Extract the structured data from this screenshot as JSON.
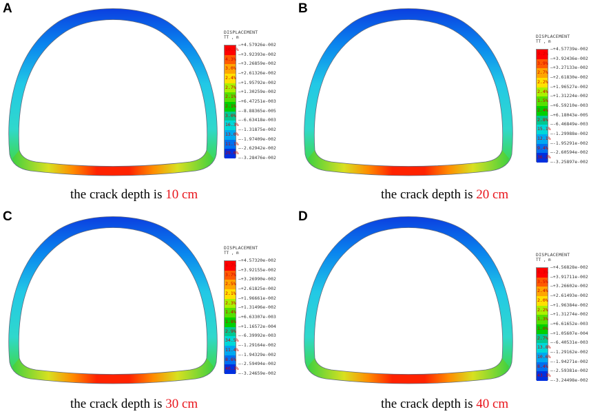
{
  "legend_title": "DISPLACEMENT",
  "legend_units": "TT , m",
  "colors": [
    "#ff0000",
    "#ff5a00",
    "#ffa500",
    "#ffe000",
    "#aaf000",
    "#55e000",
    "#00d000",
    "#00c890",
    "#00d8d8",
    "#00a8f0",
    "#0070f0",
    "#0030e0",
    "#0000c8"
  ],
  "panels": [
    {
      "label": "A",
      "caption_prefix": "the crack depth is",
      "caption_depth": "10 cm",
      "values": [
        "+4.57926e-002",
        "+3.92393e-002",
        "+3.26859e-002",
        "+2.61326e-002",
        "+1.95792e-002",
        "+1.30259e-002",
        "+6.47251e-003",
        "-8.88365e-005",
        "-6.63418e-003",
        "-1.31875e-002",
        "-1.97409e-002",
        "-2.62942e-002",
        "-3.28476e-002"
      ],
      "percents": [
        "10.1%",
        "4.3%",
        "3.0%",
        "2.4%",
        "2.7%",
        "2.1%",
        "2.1%",
        "3.0%",
        "16.3%",
        "13.0%",
        "11.1%",
        "29.0%"
      ]
    },
    {
      "label": "B",
      "caption_prefix": "the crack depth is",
      "caption_depth": "20 cm",
      "values": [
        "+4.57739e-002",
        "+3.92436e-002",
        "+3.27133e-002",
        "+2.61830e-002",
        "+1.96527e-002",
        "+1.31224e-002",
        "+6.59210e-003",
        "+6.18043e-005",
        "-6.46849e-003",
        "-1.29988e-002",
        "-1.95291e-002",
        "-2.60594e-002",
        "-3.25897e-002"
      ],
      "percents": [
        "9.2%",
        "3.9%",
        "2.7%",
        "2.2%",
        "2.4%",
        "1.5%",
        "2.4%",
        "2.8%",
        "15.1%",
        "12.1%",
        "9.4%",
        "36.2%"
      ]
    },
    {
      "label": "C",
      "caption_prefix": "the crack depth is",
      "caption_depth": "30 cm",
      "values": [
        "+4.57320e-002",
        "+3.92155e-002",
        "+3.26990e-002",
        "+2.61825e-002",
        "+1.96661e-002",
        "+1.31496e-002",
        "+6.63307e-003",
        "+1.16572e-004",
        "-6.39992e-003",
        "-1.29164e-002",
        "-1.94329e-002",
        "-2.59494e-002",
        "-3.24659e-002"
      ],
      "percents": [
        "8.7%",
        "3.7%",
        "2.5%",
        "2.1%",
        "2.3%",
        "1.4%",
        "1.8%",
        "2.9%",
        "34.5%",
        "11.4%",
        "8.6%",
        "40.3%"
      ]
    },
    {
      "label": "D",
      "caption_prefix": "the crack depth is",
      "caption_depth": "40 cm",
      "values": [
        "+4.56828e-002",
        "+3.91711e-002",
        "+3.26602e-002",
        "+2.61493e-002",
        "+1.96384e-002",
        "+1.31274e-002",
        "+6.61652e-003",
        "+1.05607e-004",
        "-6.40531e-003",
        "-1.29162e-002",
        "-1.94271e-002",
        "-2.59381e-002",
        "-3.24498e-002"
      ],
      "percents": [
        "8.3%",
        "3.5%",
        "2.4%",
        "2.0%",
        "2.2%",
        "1.3%",
        "1.0%",
        "2.7%",
        "13.8%",
        "10.6%",
        "8.4%",
        "43.3%"
      ]
    }
  ]
}
